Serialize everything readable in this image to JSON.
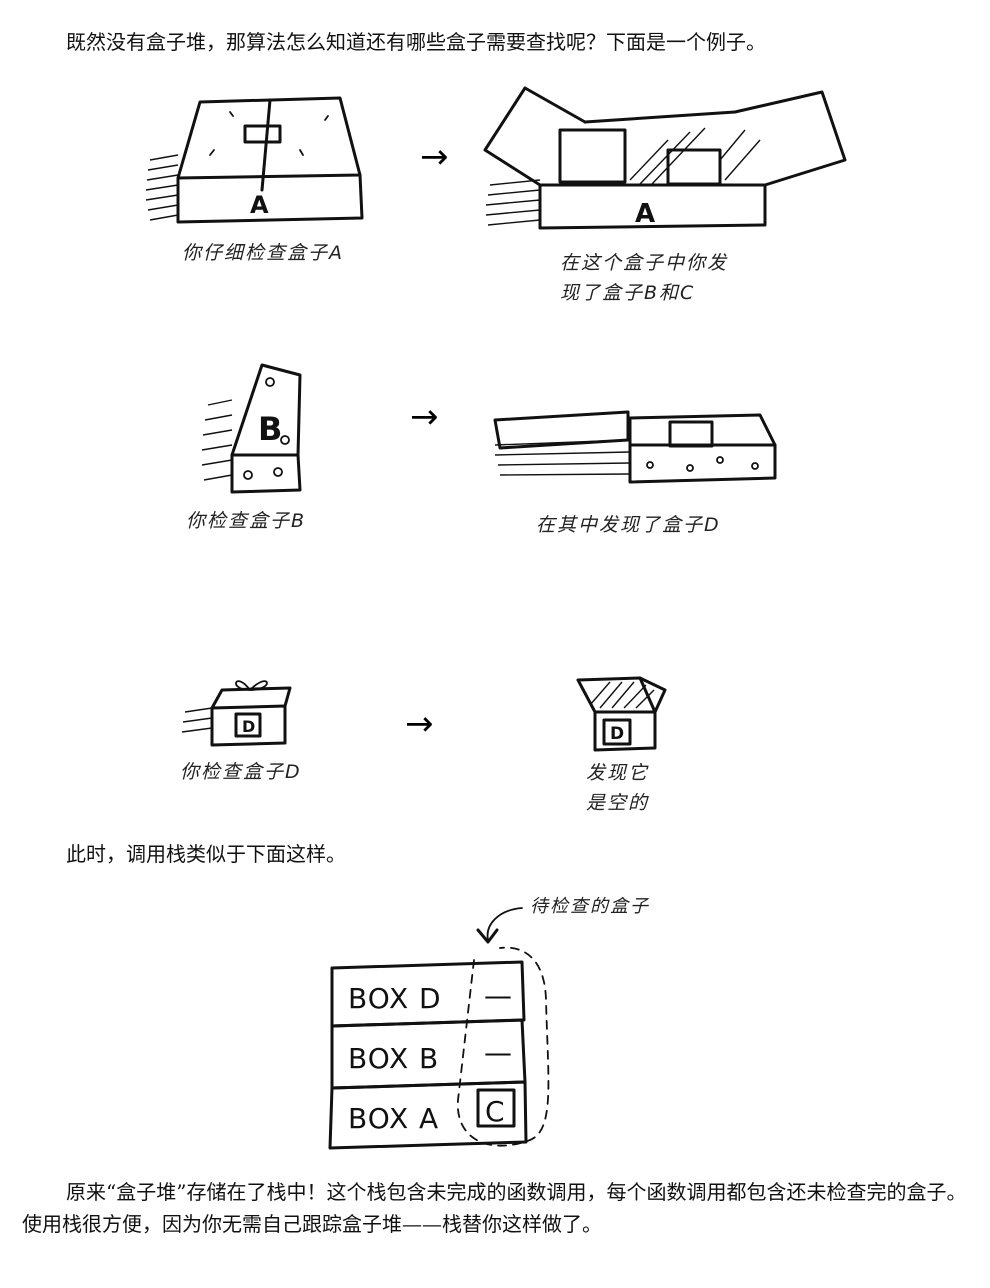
{
  "paragraphs": {
    "intro": "既然没有盒子堆，那算法怎么知道还有哪些盒子需要查找呢？下面是一个例子。",
    "callstack": "此时，调用栈类似于下面这样。",
    "conclusion": "原来“盒子堆”存储在了栈中！这个栈包含未完成的函数调用，每个函数调用都包含还未检查完的盒子。使用栈很方便，因为你无需自己跟踪盒子堆——栈替你这样做了。"
  },
  "captions": {
    "inspect_a": "你仔细检查盒子A",
    "found_bc": "在这个盒子中你发\n现了盒子B和C",
    "inspect_b": "你检查盒子B",
    "found_d": "在其中发现了盒子D",
    "inspect_d": "你检查盒子D",
    "empty": "发现它\n是空的",
    "pending": "待检查的盒子"
  },
  "box_labels": {
    "a": "A",
    "b": "B",
    "d": "D"
  },
  "stack": {
    "rows": [
      {
        "name": "BOX D",
        "pending": "—"
      },
      {
        "name": "BOX B",
        "pending": "—"
      },
      {
        "name": "BOX A",
        "pending": "C"
      }
    ]
  }
}
